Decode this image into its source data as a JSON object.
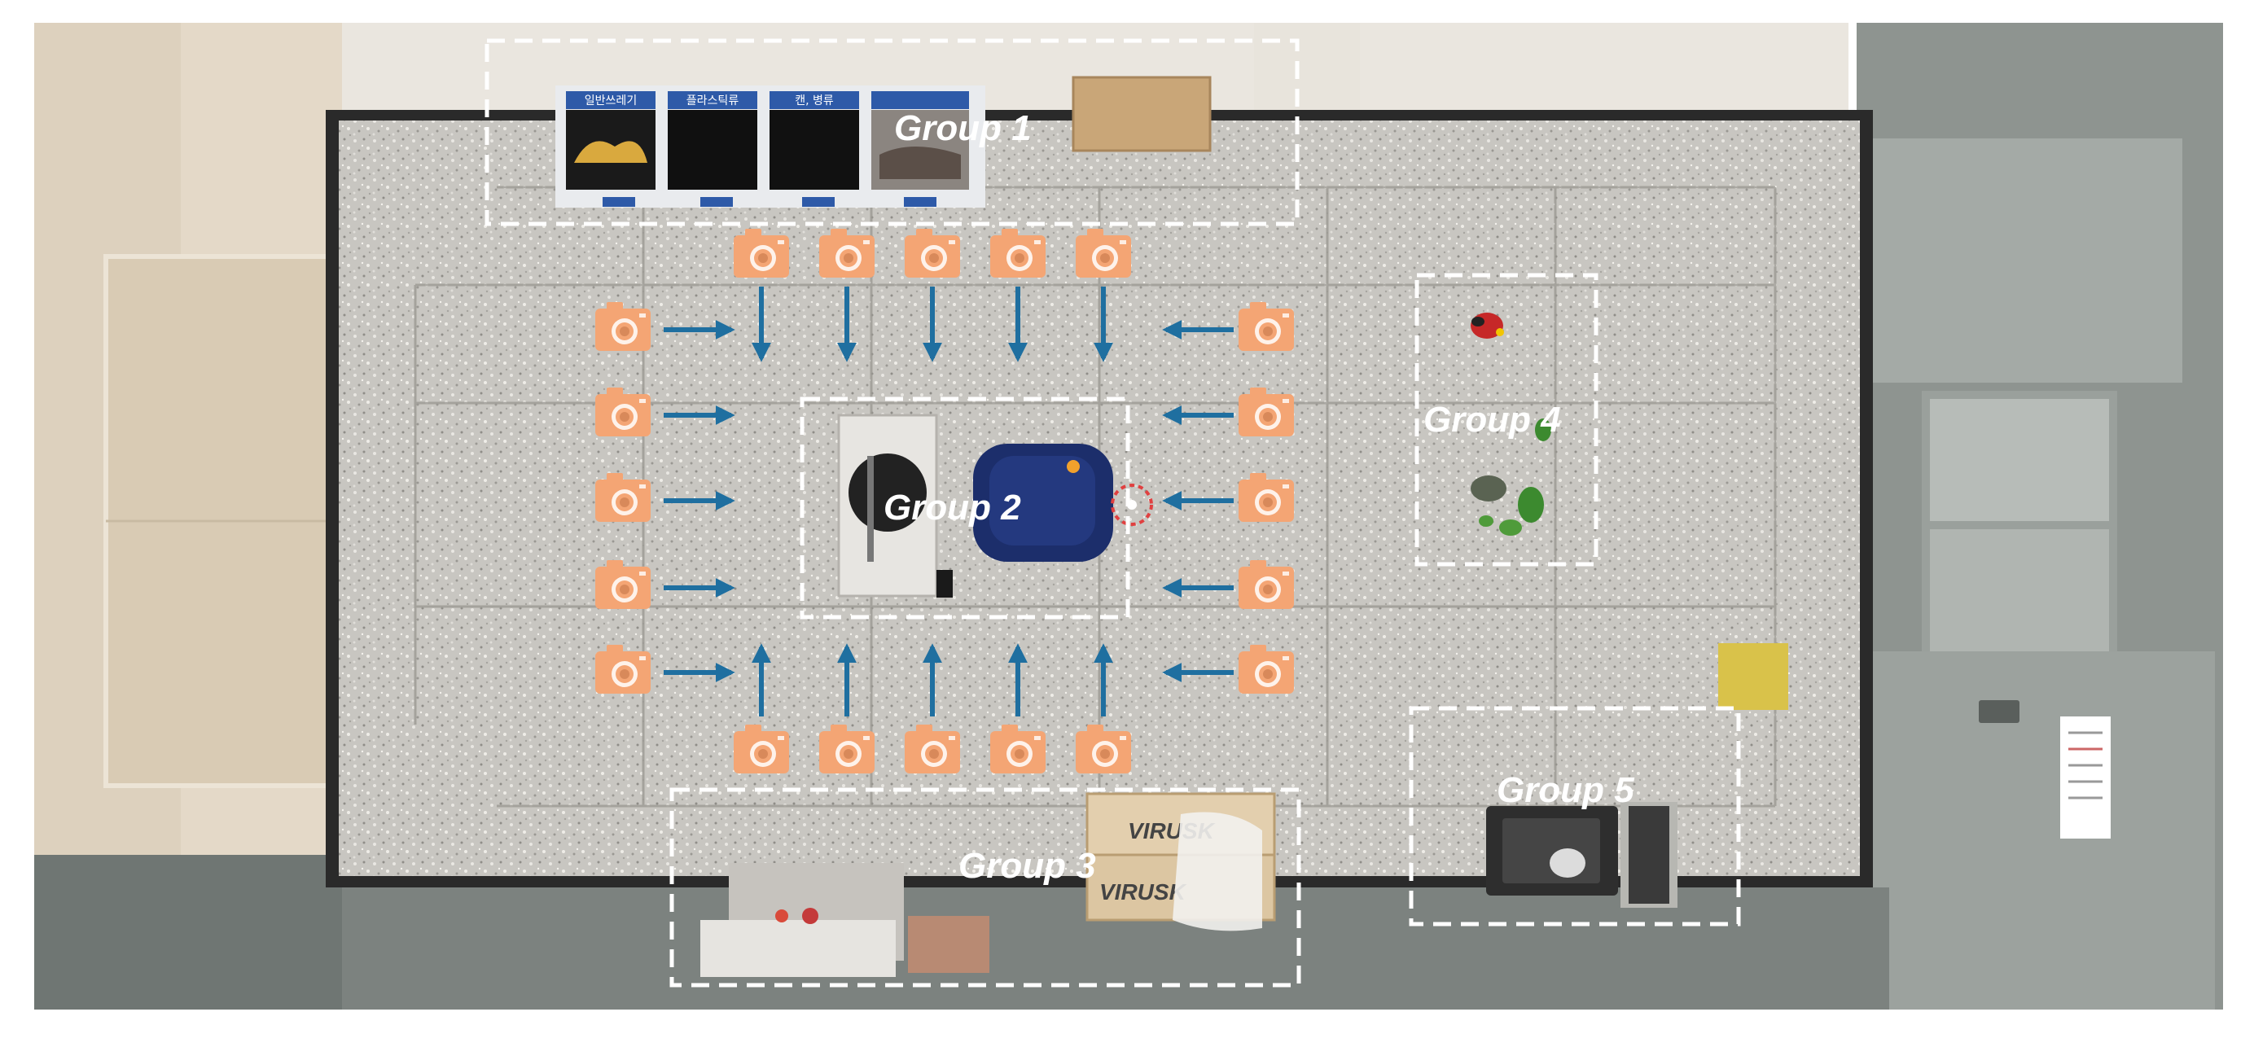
{
  "groups": [
    {
      "id": 1,
      "label": "Group 1"
    },
    {
      "id": 2,
      "label": "Group 2"
    },
    {
      "id": 3,
      "label": "Group 3"
    },
    {
      "id": 4,
      "label": "Group 4"
    },
    {
      "id": 5,
      "label": "Group 5"
    }
  ],
  "bins": {
    "labels": [
      "일반쓰레기",
      "플라스틱류",
      "캔, 병류"
    ]
  },
  "boxes": {
    "label": "VIRUSK"
  },
  "cameras": {
    "icon": "camera-icon",
    "color": "#f4a574",
    "arrow_color": "#1f6fa0"
  },
  "colors": {
    "group_border": "#ffffff",
    "target_ring": "#e04040"
  }
}
